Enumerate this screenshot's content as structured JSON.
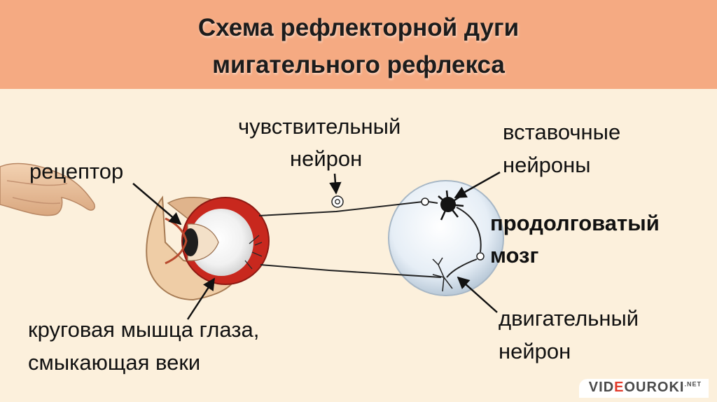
{
  "title": {
    "line1": "Схема рефлекторной дуги",
    "line2": "мигательного рефлекса"
  },
  "labels": {
    "receptor": "рецептор",
    "sensory_neuron_1": "чувствительный",
    "sensory_neuron_2": "нейрон",
    "interneurons_1": "вставочные",
    "interneurons_2": "нейроны",
    "medulla_1": "продолговатый",
    "medulla_2": "мозг",
    "motor_neuron_1": "двигательный",
    "motor_neuron_2": "нейрон",
    "muscle_1": "круговая мышца глаза,",
    "muscle_2": "смыкающая веки"
  },
  "logo": {
    "part1": "VID",
    "part2": "E",
    "part3": "OUROKI",
    "suffix": ".NET"
  },
  "colors": {
    "header": "#f5aa82",
    "background": "#fcf0dc",
    "eye_red": "#c8281e",
    "brain": "#e4ecf4"
  }
}
